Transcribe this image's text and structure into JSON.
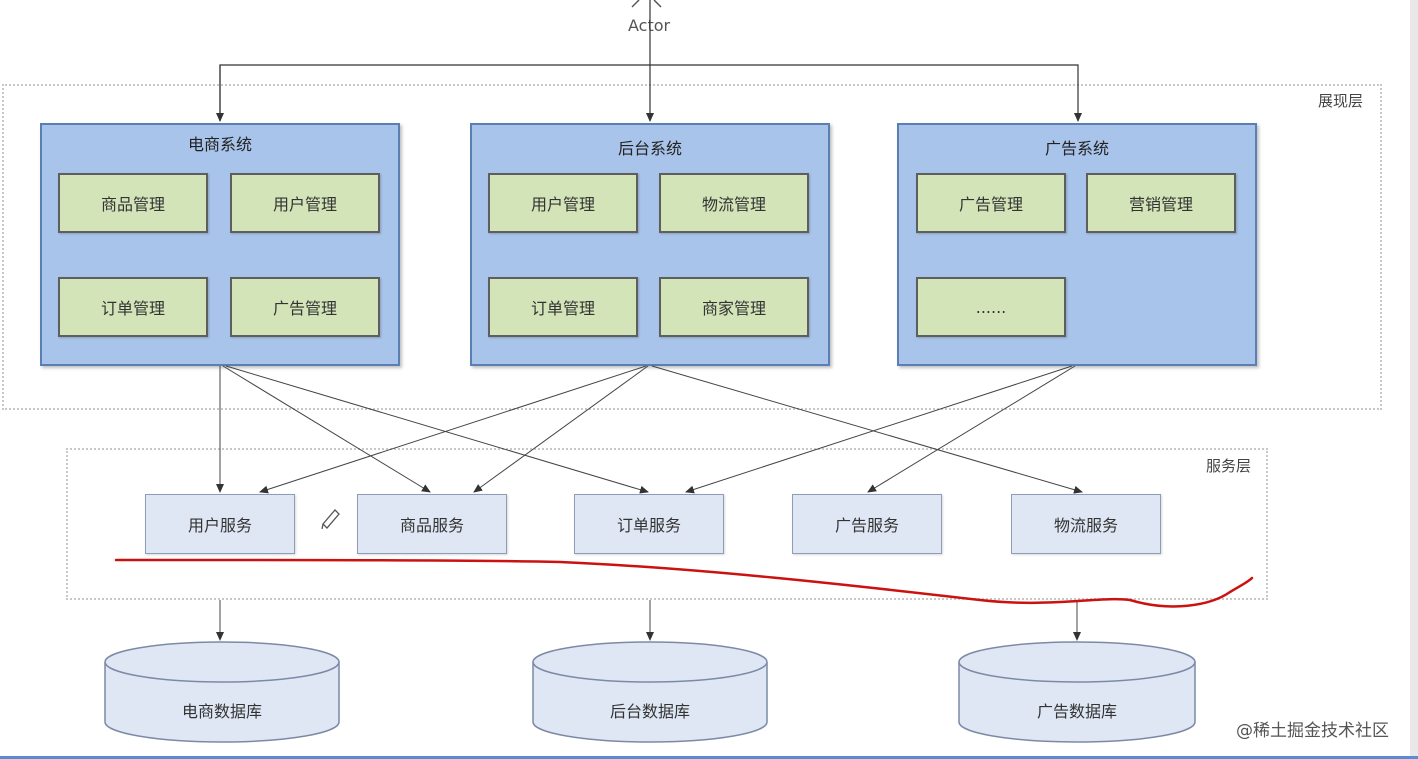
{
  "actor": {
    "label": "Actor"
  },
  "layers": {
    "presentation": "展现层",
    "service": "服务层"
  },
  "systems": [
    {
      "title": "电商系统",
      "modules": [
        "商品管理",
        "用户管理",
        "订单管理",
        "广告管理"
      ]
    },
    {
      "title": "后台系统",
      "modules": [
        "用户管理",
        "物流管理",
        "订单管理",
        "商家管理"
      ]
    },
    {
      "title": "广告系统",
      "modules": [
        "广告管理",
        "营销管理",
        "......"
      ]
    }
  ],
  "services": [
    "用户服务",
    "商品服务",
    "订单服务",
    "广告服务",
    "物流服务"
  ],
  "databases": [
    "电商数据库",
    "后台数据库",
    "广告数据库"
  ],
  "watermark": "@稀土掘金技术社区",
  "colors": {
    "system_fill": "#a9c4ea",
    "module_fill": "#d3e4b8",
    "service_fill": "#dfe7f5",
    "db_fill": "#dfe7f5",
    "annotation_stroke": "#cc1111"
  },
  "icons": [
    "actor-icon",
    "pencil-icon"
  ]
}
